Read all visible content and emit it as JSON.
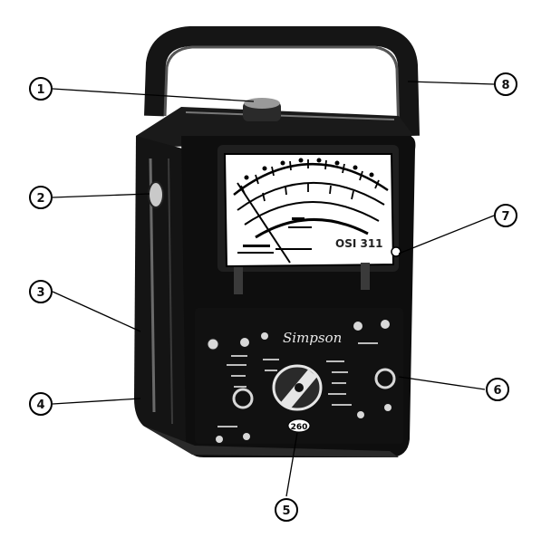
{
  "figure": {
    "callouts": [
      {
        "id": "1",
        "label": "1"
      },
      {
        "id": "2",
        "label": "2"
      },
      {
        "id": "3",
        "label": "3"
      },
      {
        "id": "4",
        "label": "4"
      },
      {
        "id": "5",
        "label": "5"
      },
      {
        "id": "6",
        "label": "6"
      },
      {
        "id": "7",
        "label": "7"
      },
      {
        "id": "8",
        "label": "8"
      }
    ],
    "brand_text": "Simpson",
    "meter_model_text": "OSI 311",
    "knob_label": "260"
  }
}
